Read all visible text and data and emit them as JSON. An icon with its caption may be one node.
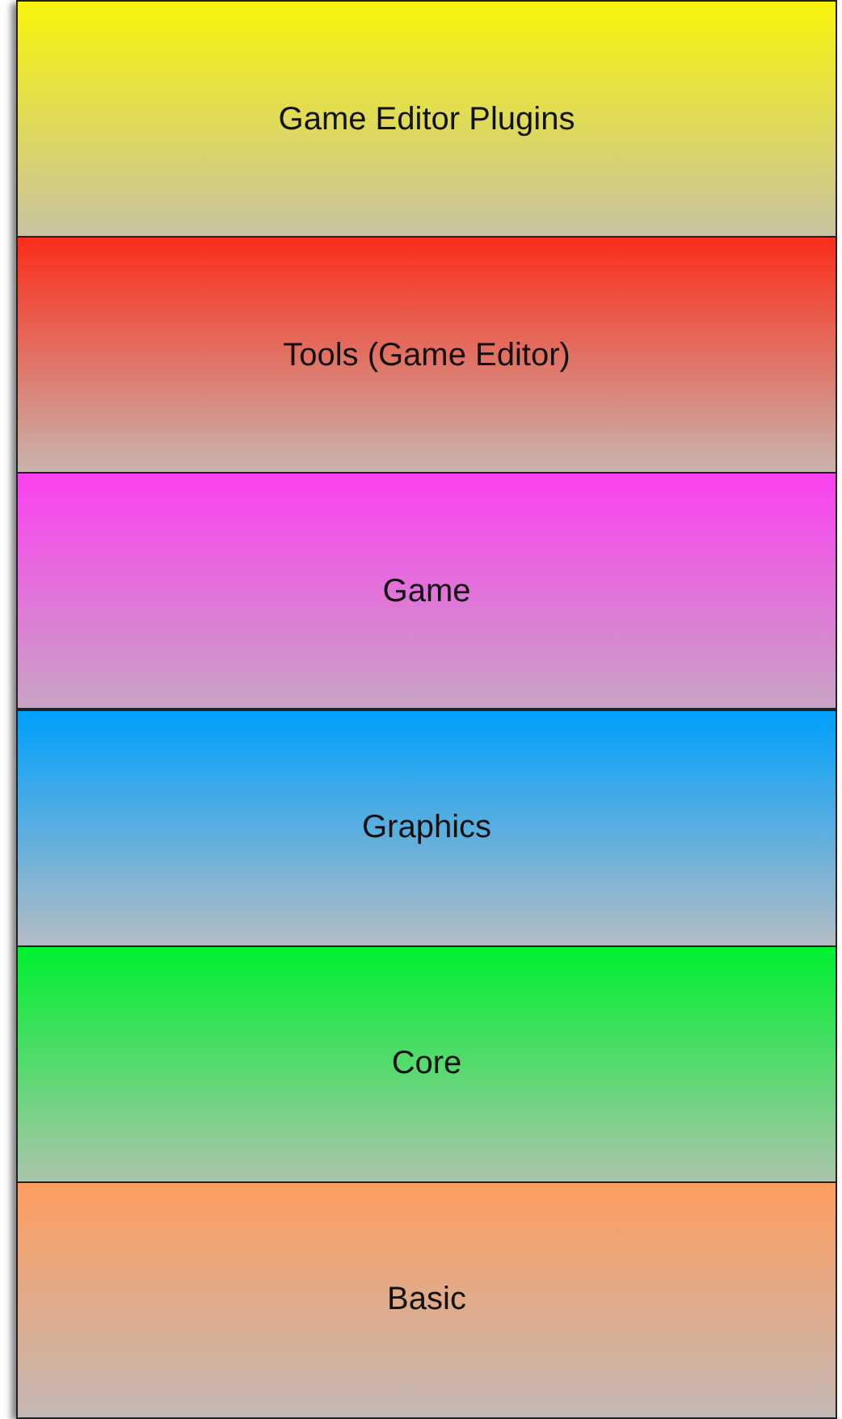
{
  "diagram": {
    "nodes": [
      {
        "text": [
          "Game Editor Plugins"
        ]
      },
      {
        "text": [
          "Tools (Game Editor)"
        ]
      },
      {
        "text": [
          "Game"
        ]
      },
      {
        "text": [
          "Graphics"
        ]
      },
      {
        "text": [
          "Core"
        ]
      },
      {
        "text": [
          "Basic"
        ]
      }
    ]
  }
}
